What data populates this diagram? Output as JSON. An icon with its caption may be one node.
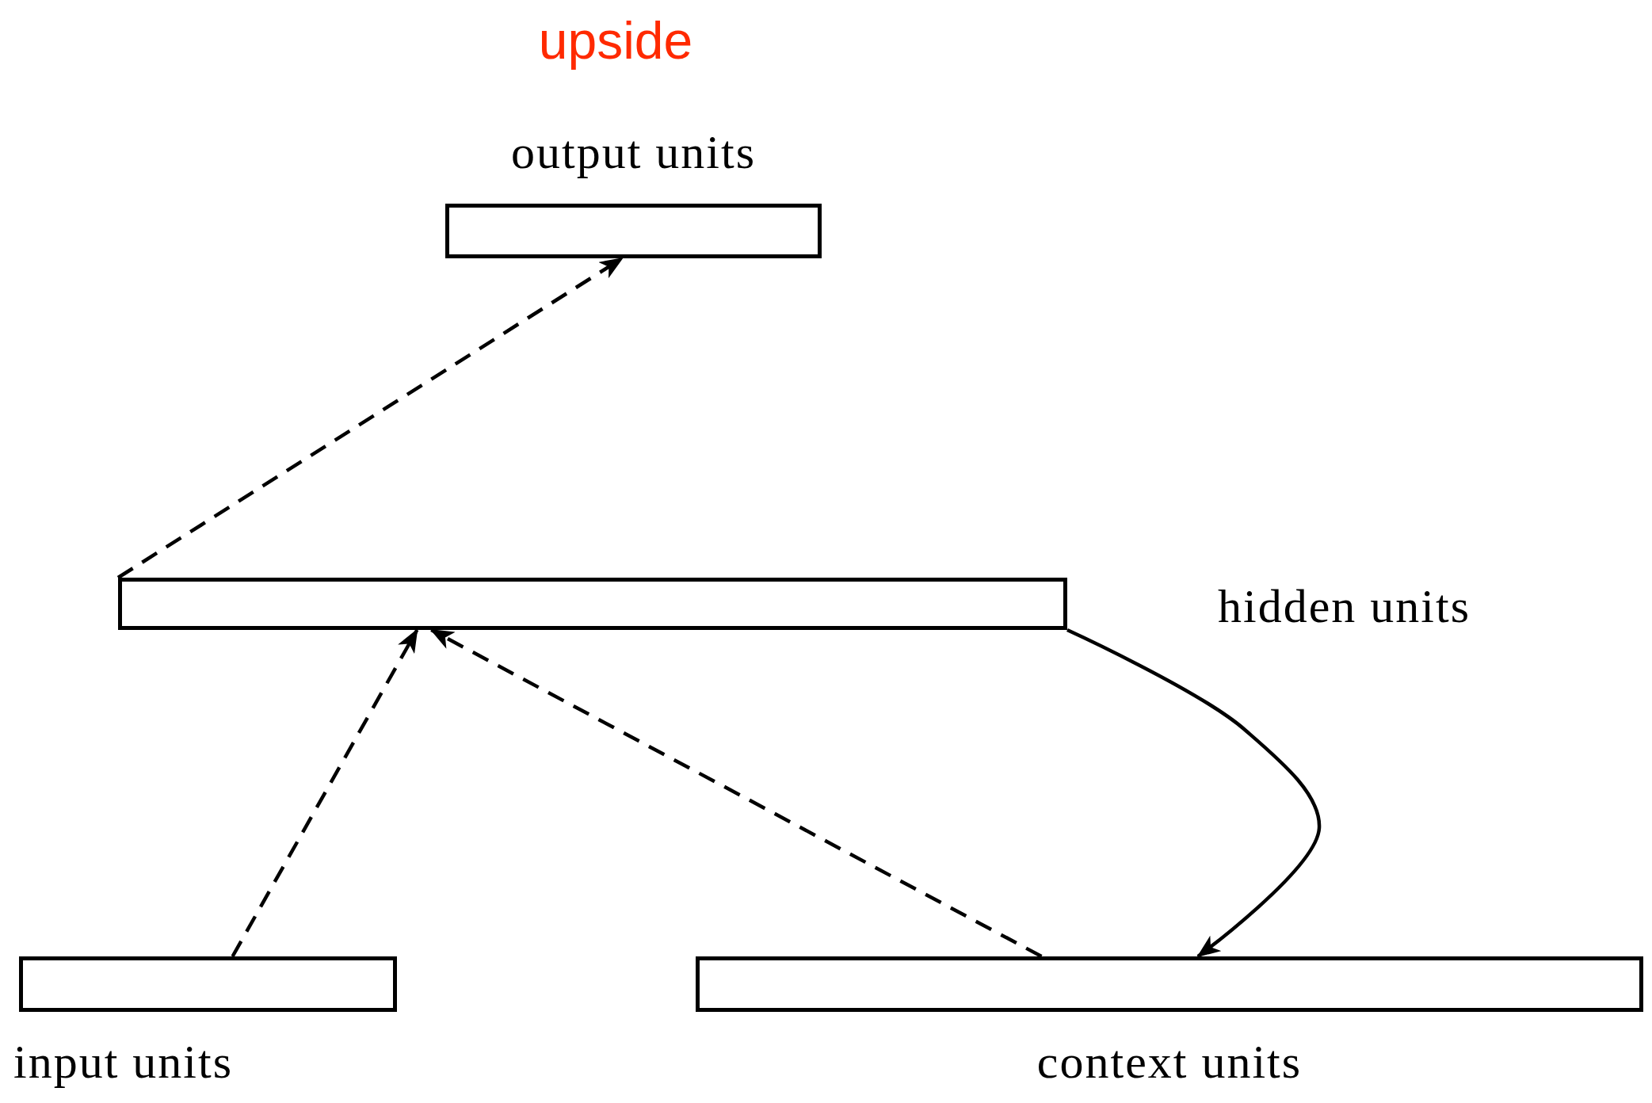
{
  "diagram": {
    "nodes": [
      {
        "text": [
          "output units"
        ]
      },
      {
        "text": [
          "hidden units"
        ]
      },
      {
        "text": [
          "input units"
        ]
      },
      {
        "text": [
          "context units"
        ]
      }
    ],
    "edges": [
      {
        "from": 2,
        "to": 1,
        "arrow": "to",
        "style": "dashed"
      },
      {
        "from": 3,
        "to": 1,
        "arrow": "to",
        "style": "dashed"
      },
      {
        "from": 1,
        "to": 0,
        "arrow": "to",
        "style": "dashed"
      },
      {
        "from": 1,
        "to": 3,
        "arrow": "to"
      }
    ],
    "labels": [
      "upside"
    ]
  }
}
